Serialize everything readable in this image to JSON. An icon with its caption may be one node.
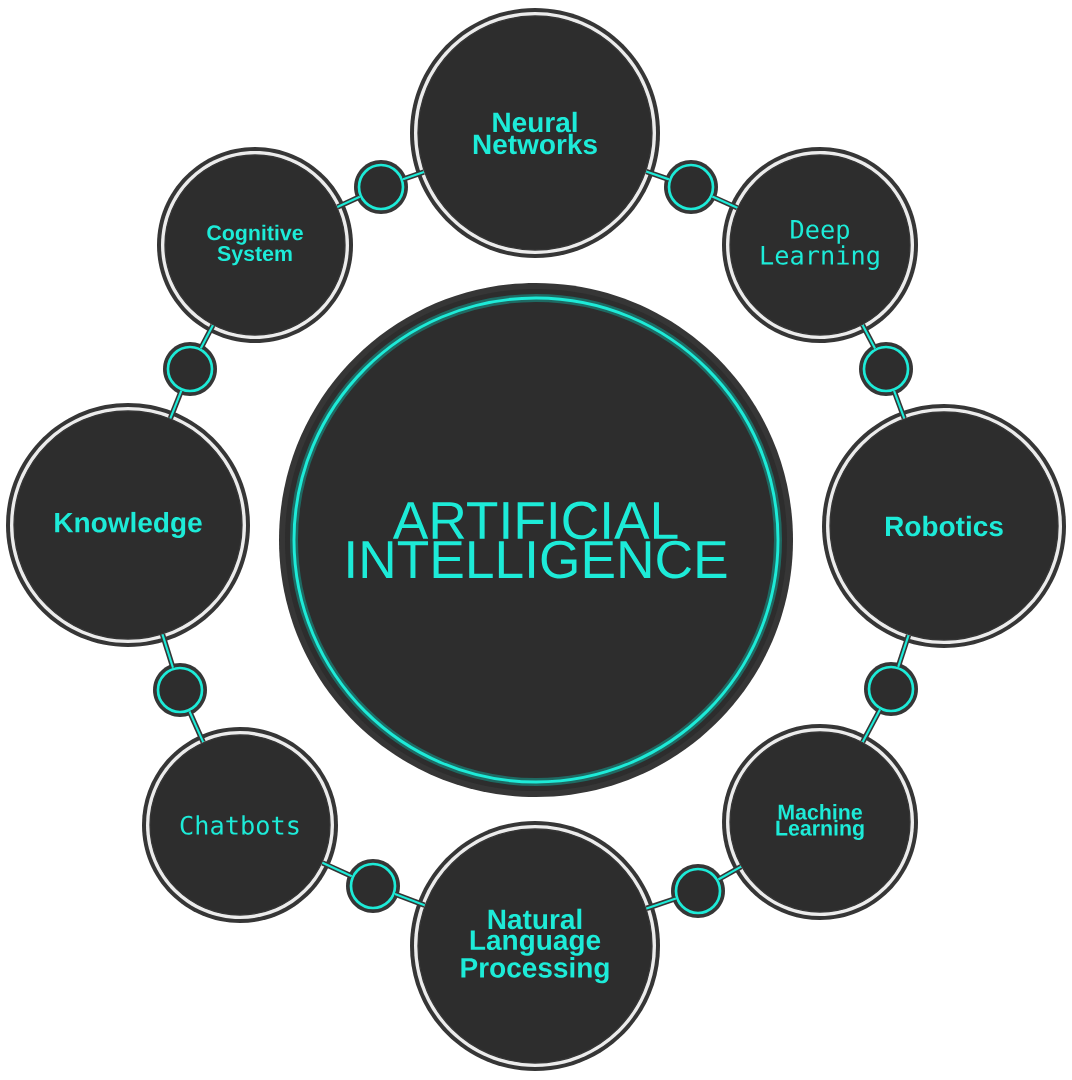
{
  "diagram": {
    "nodes": [
      {
        "text": [
          "ARTIFICIAL INTELLIGENCE"
        ]
      },
      {
        "text": [
          "Neural Networks"
        ]
      },
      {
        "text": [
          "Deep Learning"
        ]
      },
      {
        "text": [
          "Robotics"
        ]
      },
      {
        "text": [
          "Machine Learning"
        ]
      },
      {
        "text": [
          "Natural Language Processing"
        ]
      },
      {
        "text": [
          "Chatbots"
        ]
      },
      {
        "text": [
          "Knowledge"
        ]
      },
      {
        "text": [
          "Cognitive System"
        ]
      },
      {
        "text": [],
        "shape": "circle"
      },
      {
        "text": [],
        "shape": "circle"
      },
      {
        "text": [],
        "shape": "circle"
      },
      {
        "text": [],
        "shape": "circle"
      },
      {
        "text": [],
        "shape": "circle"
      },
      {
        "text": [],
        "shape": "circle"
      },
      {
        "text": [],
        "shape": "circle"
      },
      {
        "text": [],
        "shape": "circle"
      }
    ],
    "edges": [
      {
        "from": 1,
        "to": 13,
        "arrow": "none"
      },
      {
        "from": 13,
        "to": 2,
        "arrow": "none"
      },
      {
        "from": 2,
        "to": 15,
        "arrow": "none"
      },
      {
        "from": 15,
        "to": 3,
        "arrow": "none"
      },
      {
        "from": 3,
        "to": 16,
        "arrow": "none"
      },
      {
        "from": 16,
        "to": 4,
        "arrow": "none"
      },
      {
        "from": 4,
        "to": 14,
        "arrow": "none"
      },
      {
        "from": 14,
        "to": 5,
        "arrow": "none"
      },
      {
        "from": 5,
        "to": 11,
        "arrow": "none"
      },
      {
        "from": 11,
        "to": 6,
        "arrow": "none"
      },
      {
        "from": 6,
        "to": 9,
        "arrow": "none"
      },
      {
        "from": 9,
        "to": 7,
        "arrow": "none"
      },
      {
        "from": 7,
        "to": 10,
        "arrow": "none"
      },
      {
        "from": 10,
        "to": 8,
        "arrow": "none"
      },
      {
        "from": 8,
        "to": 12,
        "arrow": "none"
      },
      {
        "from": 12,
        "to": 1,
        "arrow": "none"
      }
    ]
  }
}
